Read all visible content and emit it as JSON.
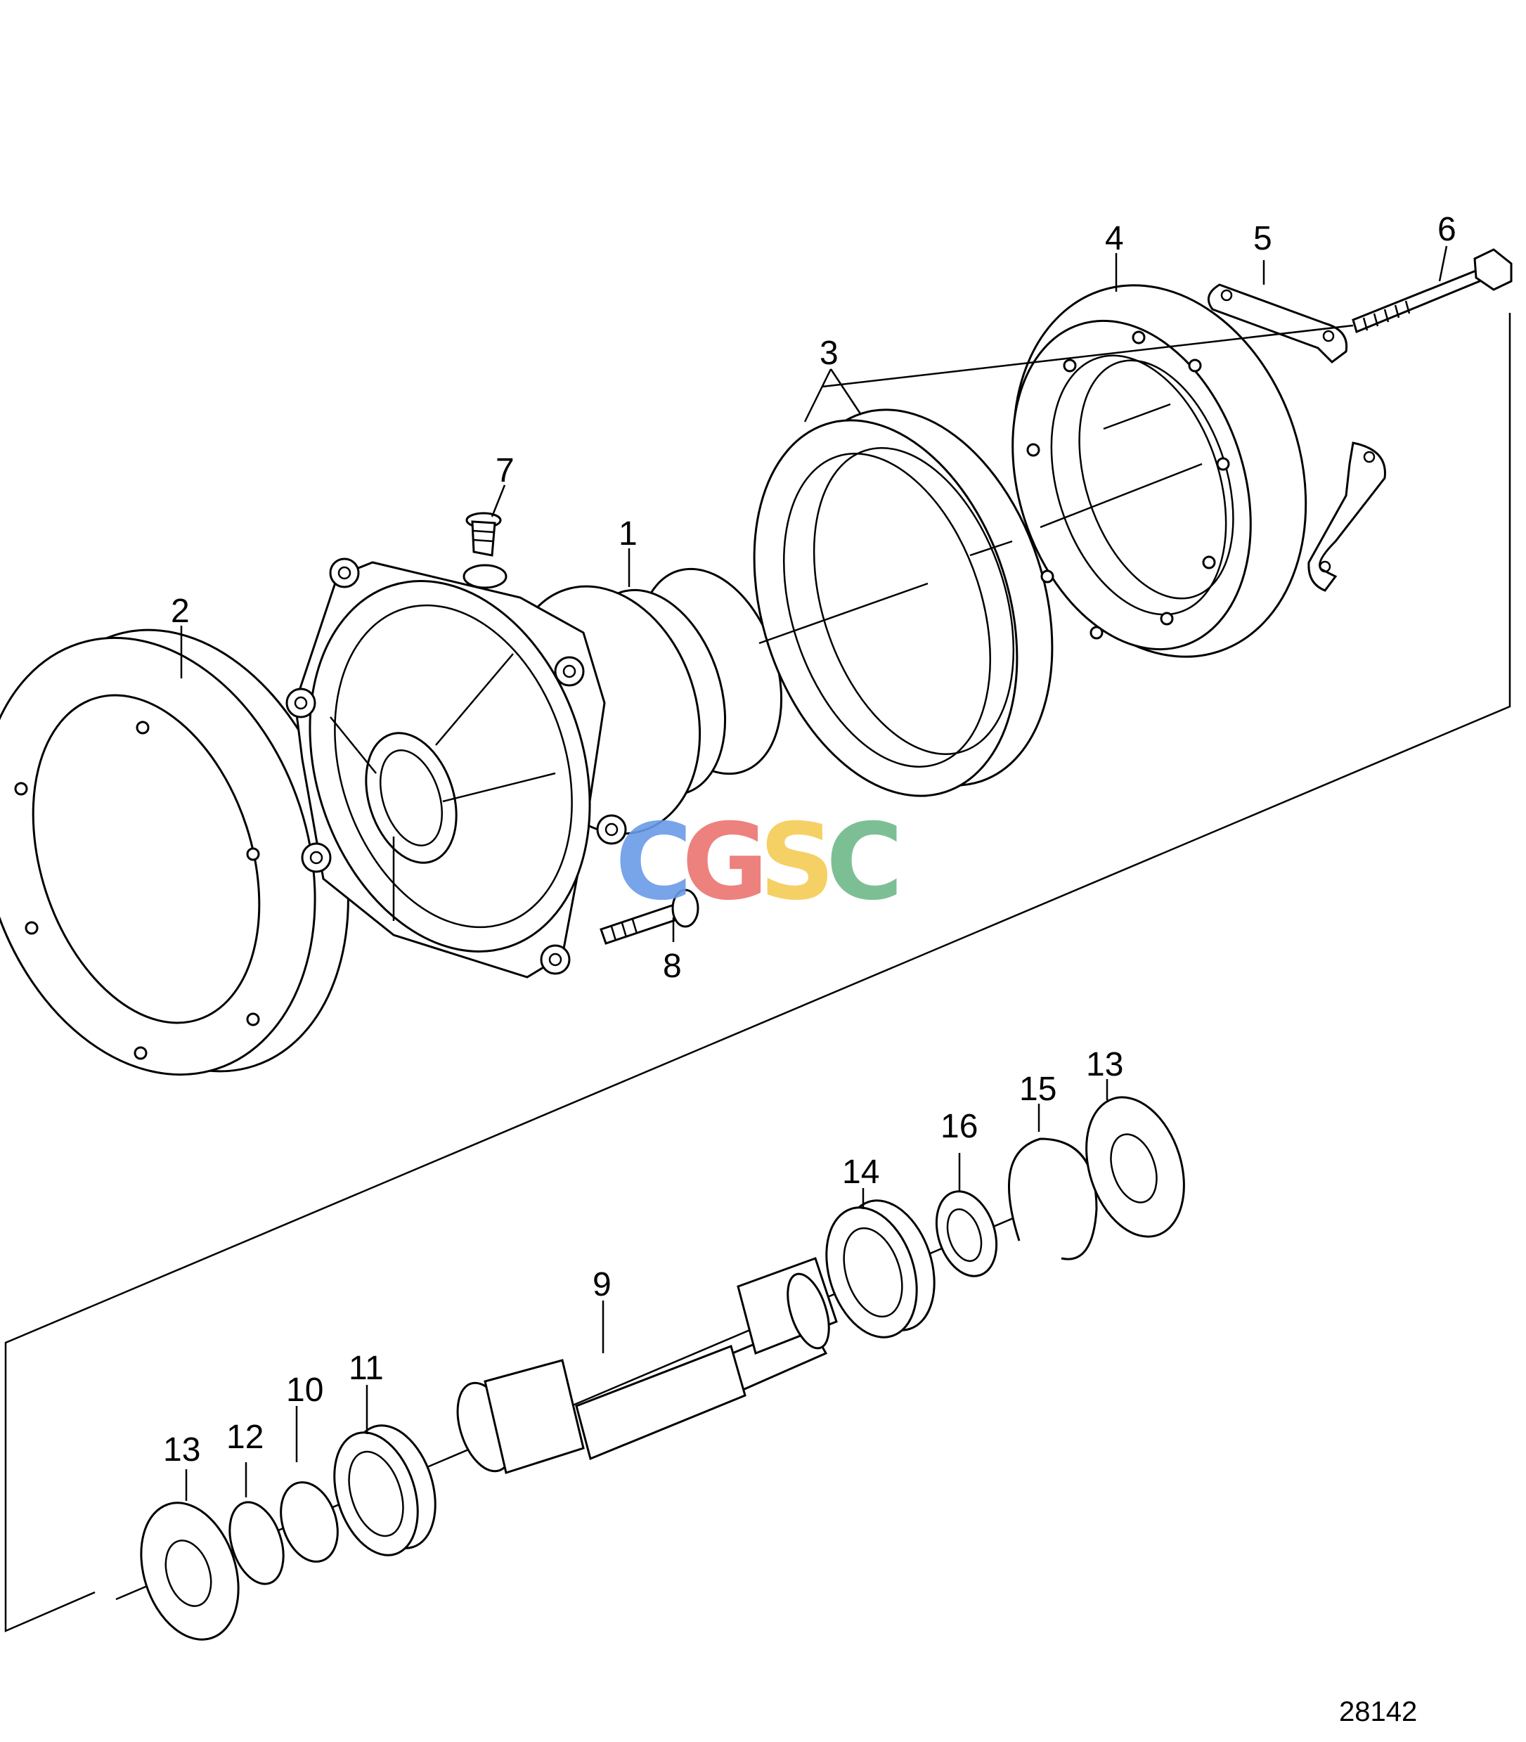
{
  "callouts": {
    "c1": "1",
    "c2": "2",
    "c3": "3",
    "c4": "4",
    "c5": "5",
    "c6": "6",
    "c7": "7",
    "c8": "8",
    "c9": "9",
    "c10": "10",
    "c11": "11",
    "c12": "12",
    "c13a": "13",
    "c13b": "13",
    "c14": "14",
    "c15": "15",
    "c16": "16"
  },
  "drawing_number": "28142",
  "watermark": {
    "letters": [
      "C",
      "G",
      "S",
      "C"
    ],
    "colors": [
      "#6a9be8",
      "#ec7470",
      "#f4cc55",
      "#6fb98a"
    ]
  }
}
